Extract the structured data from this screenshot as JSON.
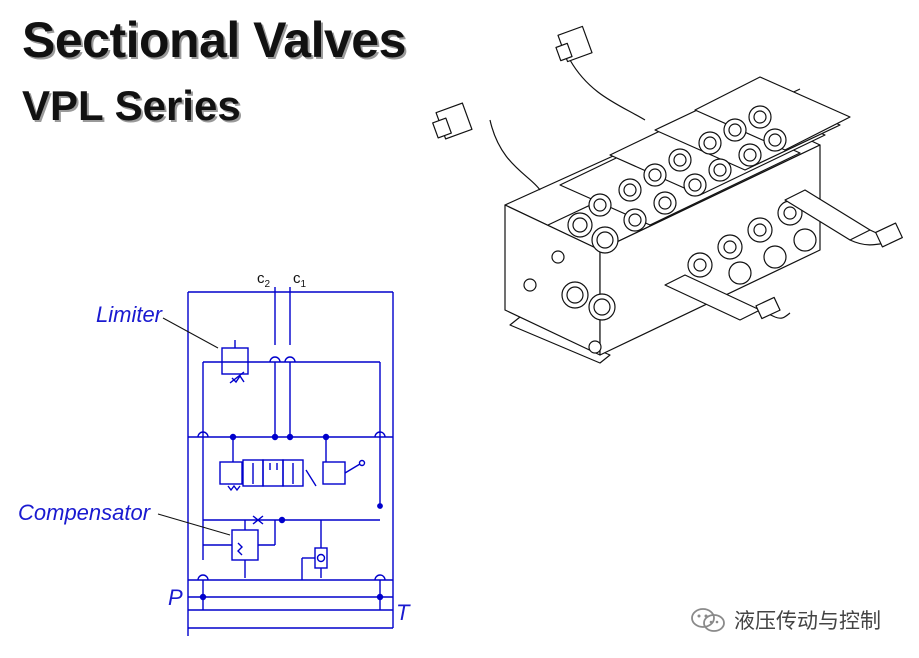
{
  "title": "Sectional Valves",
  "subtitle": "VPL Series",
  "schematic": {
    "labels": {
      "limiter": "Limiter",
      "compensator": "Compensator"
    },
    "ports": {
      "p": "P",
      "t": "T",
      "c2_base": "c",
      "c2_sub": "2",
      "c1_base": "c",
      "c1_sub": "1"
    },
    "line_color": "#0000cc",
    "label_color": "#1a1ad0"
  },
  "watermark": {
    "text": "液压传动与控制",
    "icon": "wechat-icon"
  }
}
